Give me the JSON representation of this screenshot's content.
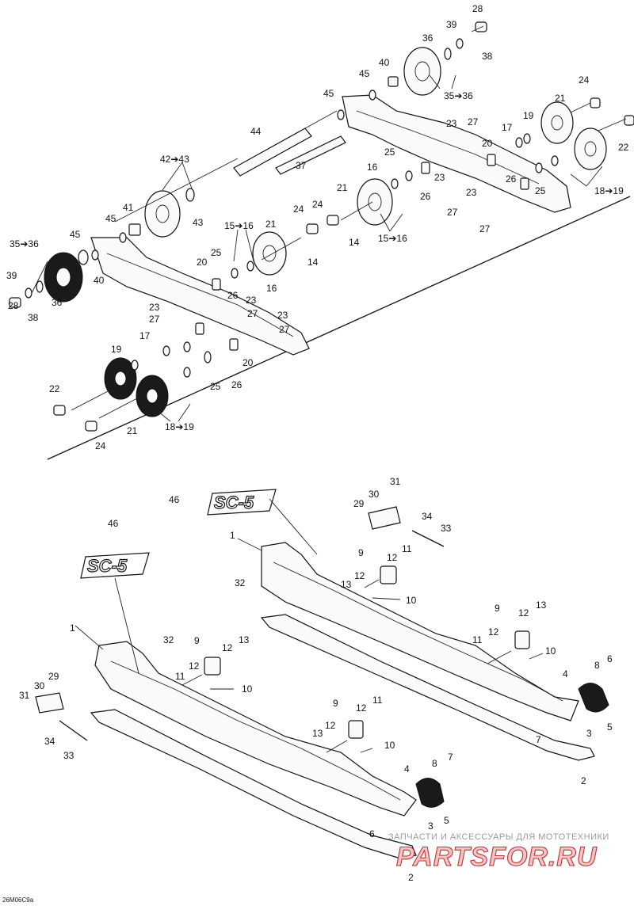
{
  "reference_code": "26M06C9a",
  "watermark": {
    "tagline": "ЗАПЧАСТИ И АКСЕССУАРЫ ДЛЯ МОТОТЕХНИКИ",
    "brand": "PARTSFOR.RU"
  },
  "decal_logo": "SC-5",
  "callouts": {
    "c28a": "28",
    "c39a": "39",
    "c38a": "38",
    "c36a": "36",
    "c40a": "40",
    "c45a": "45",
    "c45b": "45",
    "c3536a": "35➔36",
    "c44": "44",
    "c37": "37",
    "c4243": "42➔43",
    "c43": "43",
    "c41": "41",
    "c45c": "45",
    "c45d": "45",
    "c3536b": "35➔36",
    "c39b": "39",
    "c28b": "28",
    "c38b": "38",
    "c36b": "36",
    "c40b": "40",
    "c24a": "24",
    "c21a": "21",
    "c22a": "22",
    "c19a": "19",
    "c17a": "17",
    "c23a": "23",
    "c27a": "27",
    "c20a": "20",
    "c16a": "16",
    "c25a": "25",
    "c26a": "26",
    "c23b": "23",
    "c27b": "27",
    "c23c": "23",
    "c27c": "27",
    "c21b": "21",
    "c24b": "24",
    "c1819a": "18➔19",
    "c25b": "25",
    "c26b": "26",
    "c1516a": "15➔16",
    "c14a": "14",
    "c24c": "24",
    "c1516b": "15➔16",
    "c21c": "21",
    "c14b": "14",
    "c16b": "16",
    "c25c": "25",
    "c20b": "20",
    "c26c": "26",
    "c23d": "23",
    "c27d": "27",
    "c23e": "23",
    "c27e": "27",
    "c23f": "23",
    "c27f": "27",
    "c17b": "17",
    "c20c": "20",
    "c19b": "19",
    "c22b": "22",
    "c21d": "21",
    "c24d": "24",
    "c1819b": "18➔19",
    "c25d": "25",
    "c26d": "26",
    "c46a": "46",
    "c31a": "31",
    "c30a": "30",
    "c29a": "29",
    "c34a": "34",
    "c33a": "33",
    "c1a": "1",
    "c9a": "9",
    "c12a": "12",
    "c11a": "11",
    "c32a": "32",
    "c13a": "13",
    "c12b": "12",
    "c10a": "10",
    "c9b": "9",
    "c12c": "12",
    "c13b": "13",
    "c11b": "11",
    "c12d": "12",
    "c10b": "10",
    "c4a": "4",
    "c8a": "8",
    "c6a": "6",
    "c5a": "5",
    "c7a": "7",
    "c3a": "3",
    "c2a": "2",
    "c46b": "46",
    "c1b": "1",
    "c32b": "32",
    "c9c": "9",
    "c12e": "12",
    "c13c": "13",
    "c11c": "11",
    "c12f": "12",
    "c10c": "10",
    "c31b": "31",
    "c30b": "30",
    "c29b": "29",
    "c34b": "34",
    "c33b": "33",
    "c9d": "9",
    "c12g": "12",
    "c11d": "11",
    "c13d": "13",
    "c12h": "12",
    "c10d": "10",
    "c4b": "4",
    "c8b": "8",
    "c7b": "7",
    "c5b": "5",
    "c6b": "6",
    "c3b": "3",
    "c2b": "2"
  }
}
